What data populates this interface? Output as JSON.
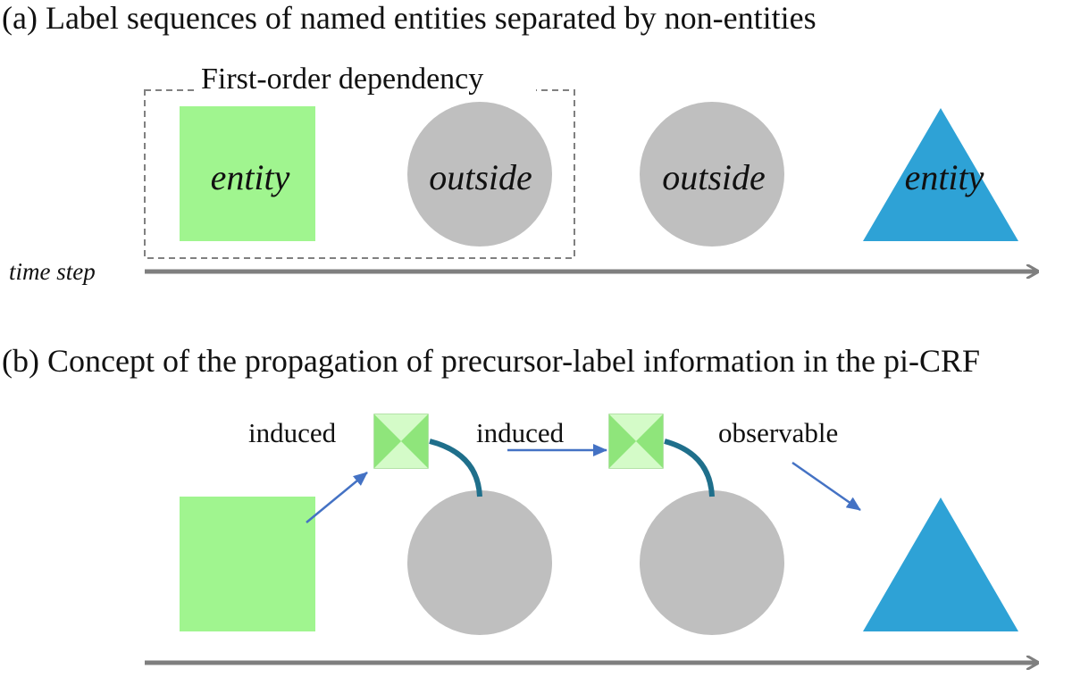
{
  "panel_a": {
    "title": "(a) Label sequences of named entities separated by non-entities",
    "dependency_label": "First-order dependency",
    "shape_labels": [
      "entity",
      "outside",
      "outside",
      "entity"
    ],
    "axis_label": "time step"
  },
  "panel_b": {
    "title": "(b) Concept of the propagation of precursor-label information in the pi-CRF",
    "annotations": [
      "induced",
      "induced",
      "observable"
    ]
  },
  "colors": {
    "entity_square": "#a0f58f",
    "outside_circle": "#bfbfbf",
    "entity_triangle": "#2ea2d6",
    "axis": "#7f7f7f",
    "arrow": "#4472c4",
    "link_curve": "#1f6f8b",
    "dashed_box": "#808080"
  }
}
